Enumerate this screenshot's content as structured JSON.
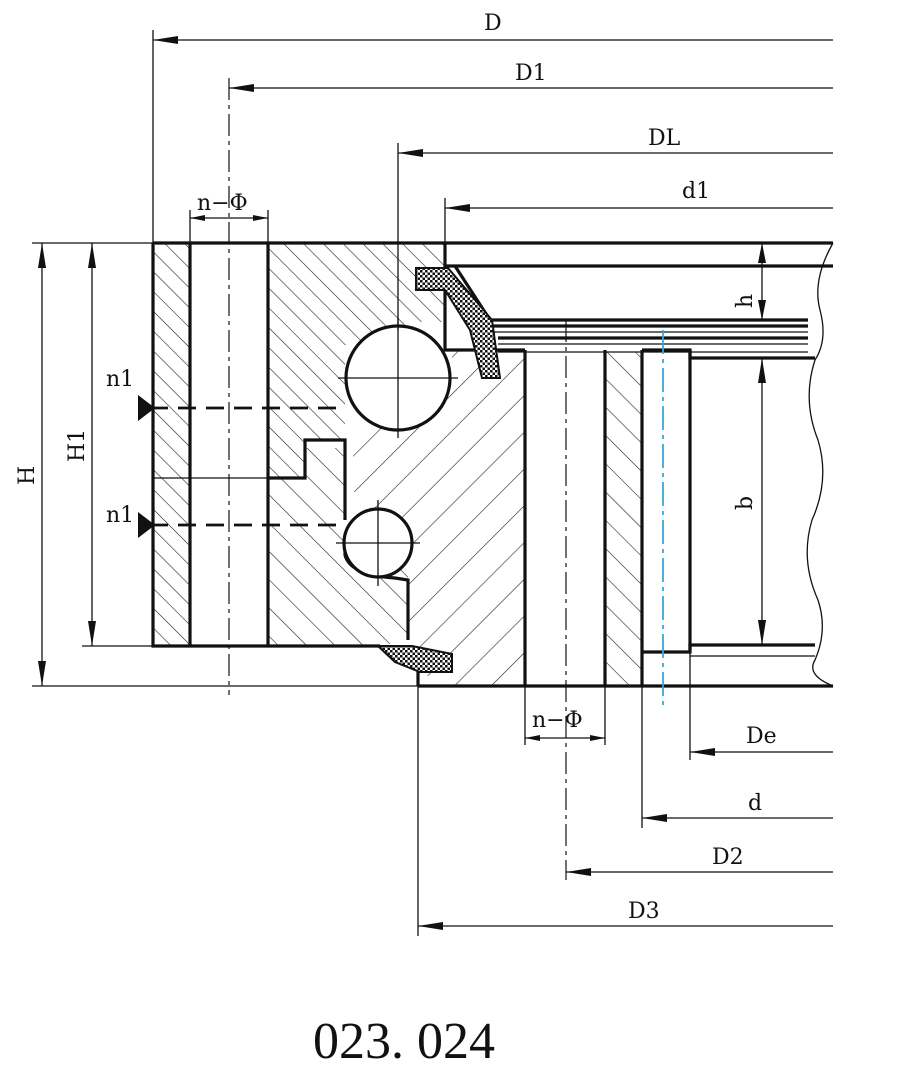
{
  "drawing": {
    "dimensions": {
      "D": "D",
      "D1": "D1",
      "DL": "DL",
      "d1": "d1",
      "n_phi_top": "n−Φ",
      "H": "H",
      "H1": "H1",
      "h": "h",
      "b": "b",
      "n1_upper": "n1",
      "n1_lower": "n1",
      "n_phi_bottom": "n−Φ",
      "De": "De",
      "d": "d",
      "D2": "D2",
      "D3": "D3"
    },
    "model_number": "023. 024",
    "colors": {
      "line": "#111111",
      "hatch": "#222222",
      "seal": "#111111",
      "blue_centerline": "#3aa7d8"
    }
  }
}
